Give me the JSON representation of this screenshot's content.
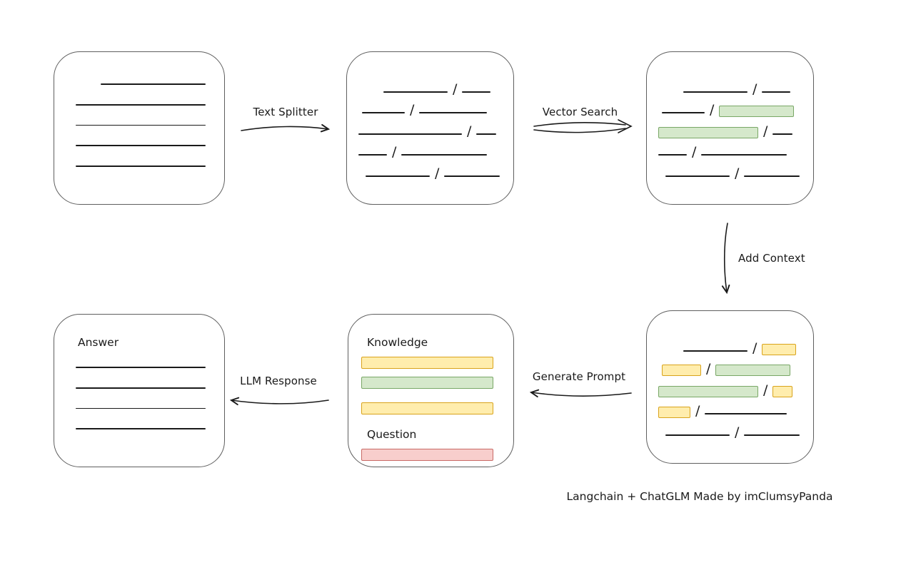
{
  "glyphs": {
    "slash": "/"
  },
  "colors": {
    "ink": "#1a1a1a",
    "green_fill": "#d5e8cb",
    "green_stroke": "#79a766",
    "yellow_fill": "#ffedad",
    "yellow_stroke": "#d9a31b",
    "red_fill": "#f8cecc",
    "red_stroke": "#c86a66"
  },
  "labels": {
    "text_splitter": "Text Splitter",
    "vector_search": "Vector Search",
    "add_context": "Add Context",
    "generate_prompt": "Generate Prompt",
    "llm_response": "LLM Response"
  },
  "boxes": {
    "source_document": {
      "lines": [
        {
          "indent": 65,
          "w": 147
        },
        {
          "indent": 30,
          "w": 182
        },
        {
          "indent": 30,
          "w": 182
        },
        {
          "indent": 30,
          "w": 182
        },
        {
          "indent": 30,
          "w": 182
        }
      ]
    },
    "split_chunks": {
      "rows": [
        {
          "indent": 35,
          "segs": [
            {
              "k": "line",
              "w": 90
            },
            {
              "k": "slash"
            },
            {
              "k": "line",
              "w": 40
            }
          ]
        },
        {
          "indent": 5,
          "segs": [
            {
              "k": "line",
              "w": 60
            },
            {
              "k": "slash"
            },
            {
              "k": "line",
              "w": 95
            }
          ]
        },
        {
          "indent": 0,
          "segs": [
            {
              "k": "line",
              "w": 145
            },
            {
              "k": "slash"
            },
            {
              "k": "line",
              "w": 28
            }
          ]
        },
        {
          "indent": 0,
          "segs": [
            {
              "k": "line",
              "w": 40
            },
            {
              "k": "slash"
            },
            {
              "k": "line",
              "w": 120
            }
          ]
        },
        {
          "indent": 10,
          "segs": [
            {
              "k": "line",
              "w": 90
            },
            {
              "k": "slash"
            },
            {
              "k": "line",
              "w": 78
            }
          ]
        }
      ]
    },
    "matched_chunks": {
      "rows": [
        {
          "indent": 35,
          "segs": [
            {
              "k": "line",
              "w": 90
            },
            {
              "k": "slash"
            },
            {
              "k": "line",
              "w": 40
            }
          ]
        },
        {
          "indent": 5,
          "segs": [
            {
              "k": "line",
              "w": 60
            },
            {
              "k": "slash"
            },
            {
              "k": "green",
              "w": 105
            }
          ]
        },
        {
          "indent": 0,
          "segs": [
            {
              "k": "green",
              "w": 140
            },
            {
              "k": "slash"
            },
            {
              "k": "line",
              "w": 28
            }
          ]
        },
        {
          "indent": 0,
          "segs": [
            {
              "k": "line",
              "w": 40
            },
            {
              "k": "slash"
            },
            {
              "k": "line",
              "w": 120
            }
          ]
        },
        {
          "indent": 10,
          "segs": [
            {
              "k": "line",
              "w": 90
            },
            {
              "k": "slash"
            },
            {
              "k": "line",
              "w": 78
            }
          ]
        }
      ]
    },
    "context_chunks": {
      "rows": [
        {
          "indent": 35,
          "segs": [
            {
              "k": "line",
              "w": 90
            },
            {
              "k": "slash"
            },
            {
              "k": "yellow",
              "w": 48
            }
          ]
        },
        {
          "indent": 5,
          "segs": [
            {
              "k": "yellow",
              "w": 55
            },
            {
              "k": "slash"
            },
            {
              "k": "green",
              "w": 105
            }
          ]
        },
        {
          "indent": 0,
          "segs": [
            {
              "k": "green",
              "w": 140
            },
            {
              "k": "slash"
            },
            {
              "k": "yellow",
              "w": 28
            }
          ]
        },
        {
          "indent": 0,
          "segs": [
            {
              "k": "yellow",
              "w": 45
            },
            {
              "k": "slash"
            },
            {
              "k": "line",
              "w": 115
            }
          ]
        },
        {
          "indent": 10,
          "segs": [
            {
              "k": "line",
              "w": 90
            },
            {
              "k": "slash"
            },
            {
              "k": "line",
              "w": 78
            }
          ]
        }
      ]
    },
    "prompt": {
      "knowledge_label": "Knowledge",
      "question_label": "Question",
      "knowledge_bars": [
        {
          "kind": "yellow",
          "w": 185
        },
        {
          "kind": "green",
          "w": 185
        },
        {
          "kind": "yellow",
          "w": 185
        }
      ],
      "question_bars": [
        {
          "kind": "red",
          "w": 185
        }
      ]
    },
    "answer": {
      "title": "Answer",
      "lines": [
        {
          "indent": 0,
          "w": 182
        },
        {
          "indent": 0,
          "w": 182
        },
        {
          "indent": 0,
          "w": 182
        },
        {
          "indent": 0,
          "w": 182
        }
      ]
    }
  },
  "footer": {
    "credit": "Langchain + ChatGLM Made by imClumsyPanda"
  }
}
